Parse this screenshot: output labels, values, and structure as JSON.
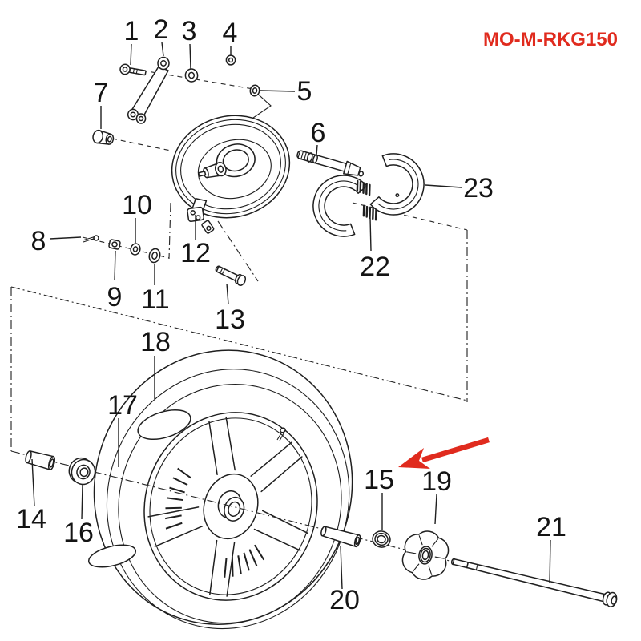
{
  "diagram": {
    "code_label": "MO-M-RKG150",
    "part_numbers": [
      "1",
      "2",
      "3",
      "4",
      "5",
      "6",
      "7",
      "8",
      "9",
      "10",
      "11",
      "12",
      "13",
      "14",
      "15",
      "16",
      "17",
      "18",
      "19",
      "20",
      "21",
      "22",
      "23"
    ],
    "colors": {
      "line": "#1f1f1f",
      "accent_red": "#e02b1e",
      "background": "#ffffff"
    },
    "red_arrow": {
      "target_part": "15"
    }
  }
}
